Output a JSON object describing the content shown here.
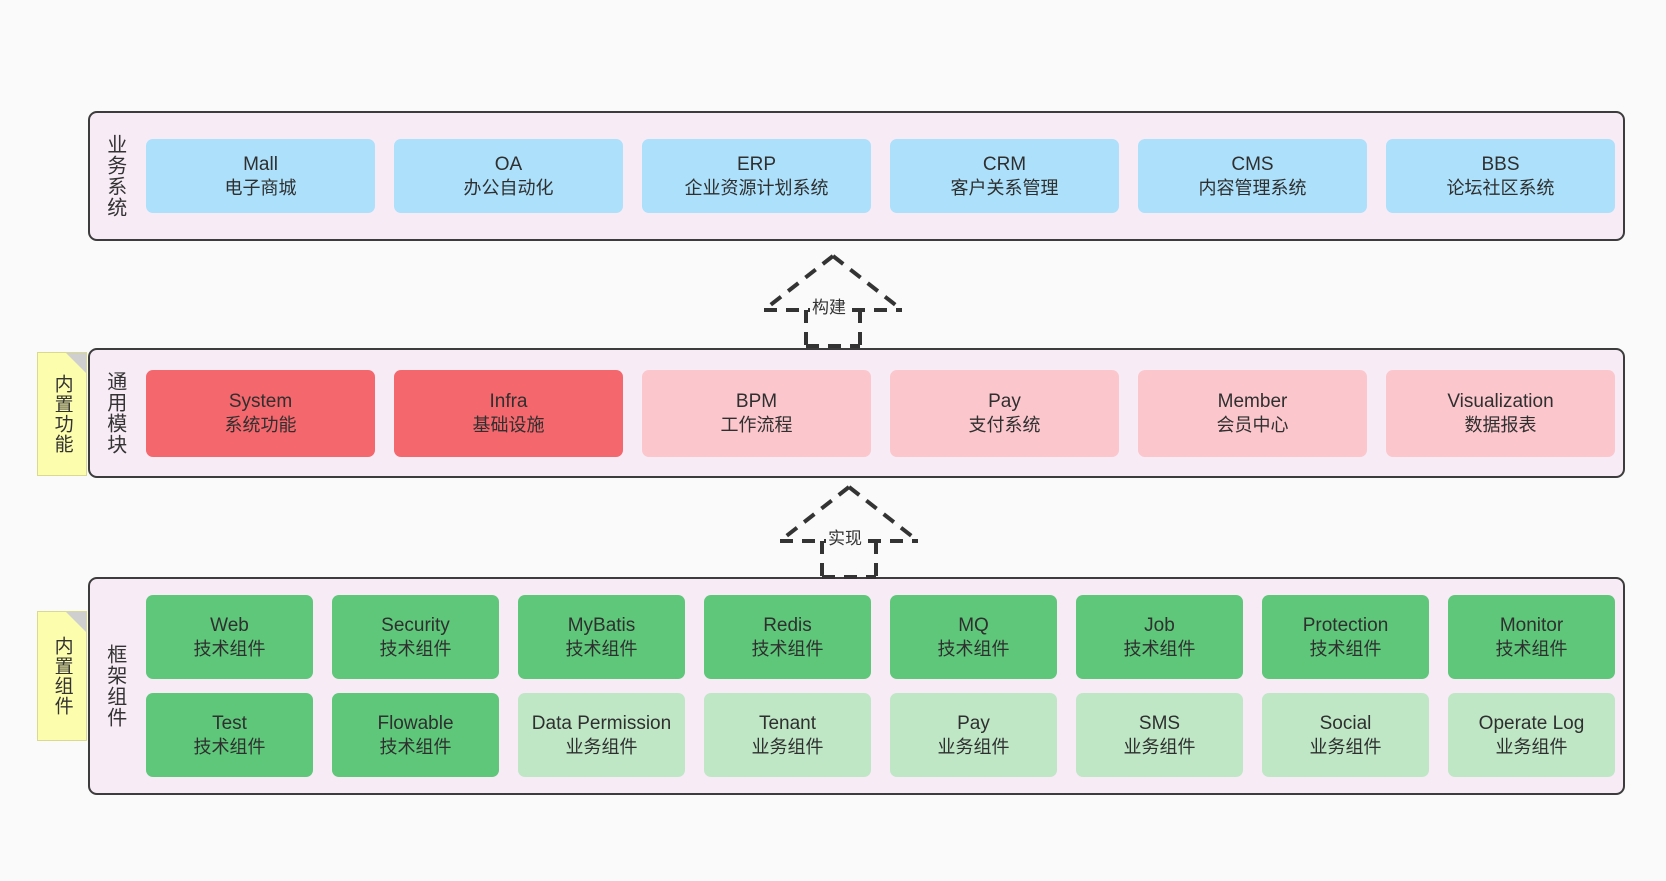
{
  "diagram": {
    "background_color": "#fafafa",
    "band_background": "#f7ebf5",
    "band_border": "#3c3c3c"
  },
  "notes": [
    {
      "label": "内置功能",
      "color": "#fdfdae"
    },
    {
      "label": "内置组件",
      "color": "#fdfdae"
    }
  ],
  "connectors": [
    {
      "label": "构建",
      "style": "dashed-hollow-arrow-up"
    },
    {
      "label": "实现",
      "style": "dashed-hollow-arrow-up"
    }
  ],
  "bands": [
    {
      "title": "业务系统",
      "rows": [
        [
          {
            "name": "Mall",
            "desc": "电子商城",
            "color": "#ace0fb",
            "tone": "blue"
          },
          {
            "name": "OA",
            "desc": "办公自动化",
            "color": "#ace0fb",
            "tone": "blue"
          },
          {
            "name": "ERP",
            "desc": "企业资源计划系统",
            "color": "#ace0fb",
            "tone": "blue"
          },
          {
            "name": "CRM",
            "desc": "客户关系管理",
            "color": "#ace0fb",
            "tone": "blue"
          },
          {
            "name": "CMS",
            "desc": "内容管理系统",
            "color": "#ace0fb",
            "tone": "blue"
          },
          {
            "name": "BBS",
            "desc": "论坛社区系统",
            "color": "#ace0fb",
            "tone": "blue"
          }
        ]
      ]
    },
    {
      "title": "通用模块",
      "rows": [
        [
          {
            "name": "System",
            "desc": "系统功能",
            "color": "#f4676d",
            "tone": "red"
          },
          {
            "name": "Infra",
            "desc": "基础设施",
            "color": "#f4676d",
            "tone": "red"
          },
          {
            "name": "BPM",
            "desc": "工作流程",
            "color": "#fbc7cd",
            "tone": "pink"
          },
          {
            "name": "Pay",
            "desc": "支付系统",
            "color": "#fbc7cd",
            "tone": "pink"
          },
          {
            "name": "Member",
            "desc": "会员中心",
            "color": "#fbc7cd",
            "tone": "pink"
          },
          {
            "name": "Visualization",
            "desc": "数据报表",
            "color": "#fbc7cd",
            "tone": "pink"
          }
        ]
      ]
    },
    {
      "title": "框架组件",
      "rows": [
        [
          {
            "name": "Web",
            "desc": "技术组件",
            "color": "#5ec77a",
            "tone": "green"
          },
          {
            "name": "Security",
            "desc": "技术组件",
            "color": "#5ec77a",
            "tone": "green"
          },
          {
            "name": "MyBatis",
            "desc": "技术组件",
            "color": "#5ec77a",
            "tone": "green"
          },
          {
            "name": "Redis",
            "desc": "技术组件",
            "color": "#5ec77a",
            "tone": "green"
          },
          {
            "name": "MQ",
            "desc": "技术组件",
            "color": "#5ec77a",
            "tone": "green"
          },
          {
            "name": "Job",
            "desc": "技术组件",
            "color": "#5ec77a",
            "tone": "green"
          },
          {
            "name": "Protection",
            "desc": "技术组件",
            "color": "#5ec77a",
            "tone": "green"
          },
          {
            "name": "Monitor",
            "desc": "技术组件",
            "color": "#5ec77a",
            "tone": "green"
          }
        ],
        [
          {
            "name": "Test",
            "desc": "技术组件",
            "color": "#5ec77a",
            "tone": "green"
          },
          {
            "name": "Flowable",
            "desc": "技术组件",
            "color": "#5ec77a",
            "tone": "green"
          },
          {
            "name": "Data Permission",
            "desc": "业务组件",
            "color": "#bfe7c6",
            "tone": "light-green"
          },
          {
            "name": "Tenant",
            "desc": "业务组件",
            "color": "#bfe7c6",
            "tone": "light-green"
          },
          {
            "name": "Pay",
            "desc": "业务组件",
            "color": "#bfe7c6",
            "tone": "light-green"
          },
          {
            "name": "SMS",
            "desc": "业务组件",
            "color": "#bfe7c6",
            "tone": "light-green"
          },
          {
            "name": "Social",
            "desc": "业务组件",
            "color": "#bfe7c6",
            "tone": "light-green"
          },
          {
            "name": "Operate Log",
            "desc": "业务组件",
            "color": "#bfe7c6",
            "tone": "light-green"
          }
        ]
      ]
    }
  ]
}
